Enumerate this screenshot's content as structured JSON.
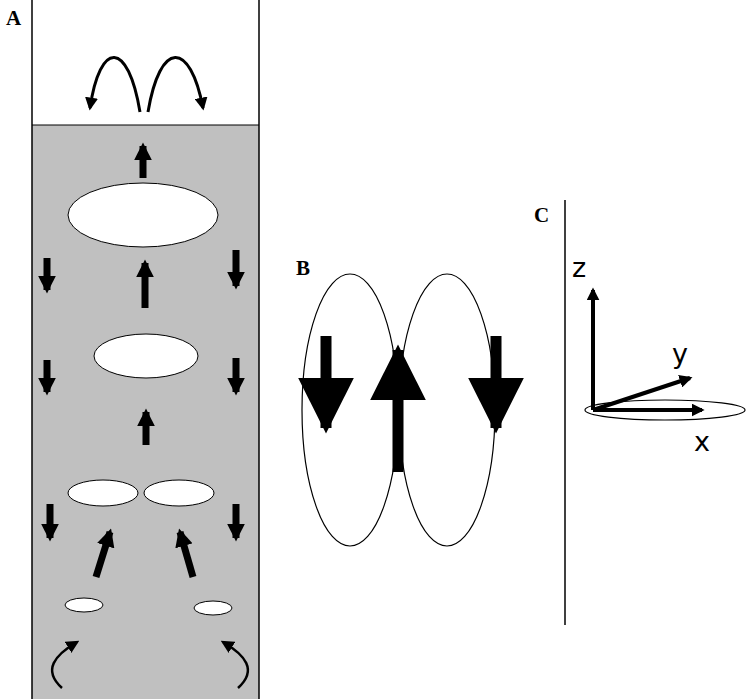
{
  "diagram": {
    "labels": [
      "A",
      "B",
      "C",
      "z",
      "y",
      "x"
    ]
  }
}
